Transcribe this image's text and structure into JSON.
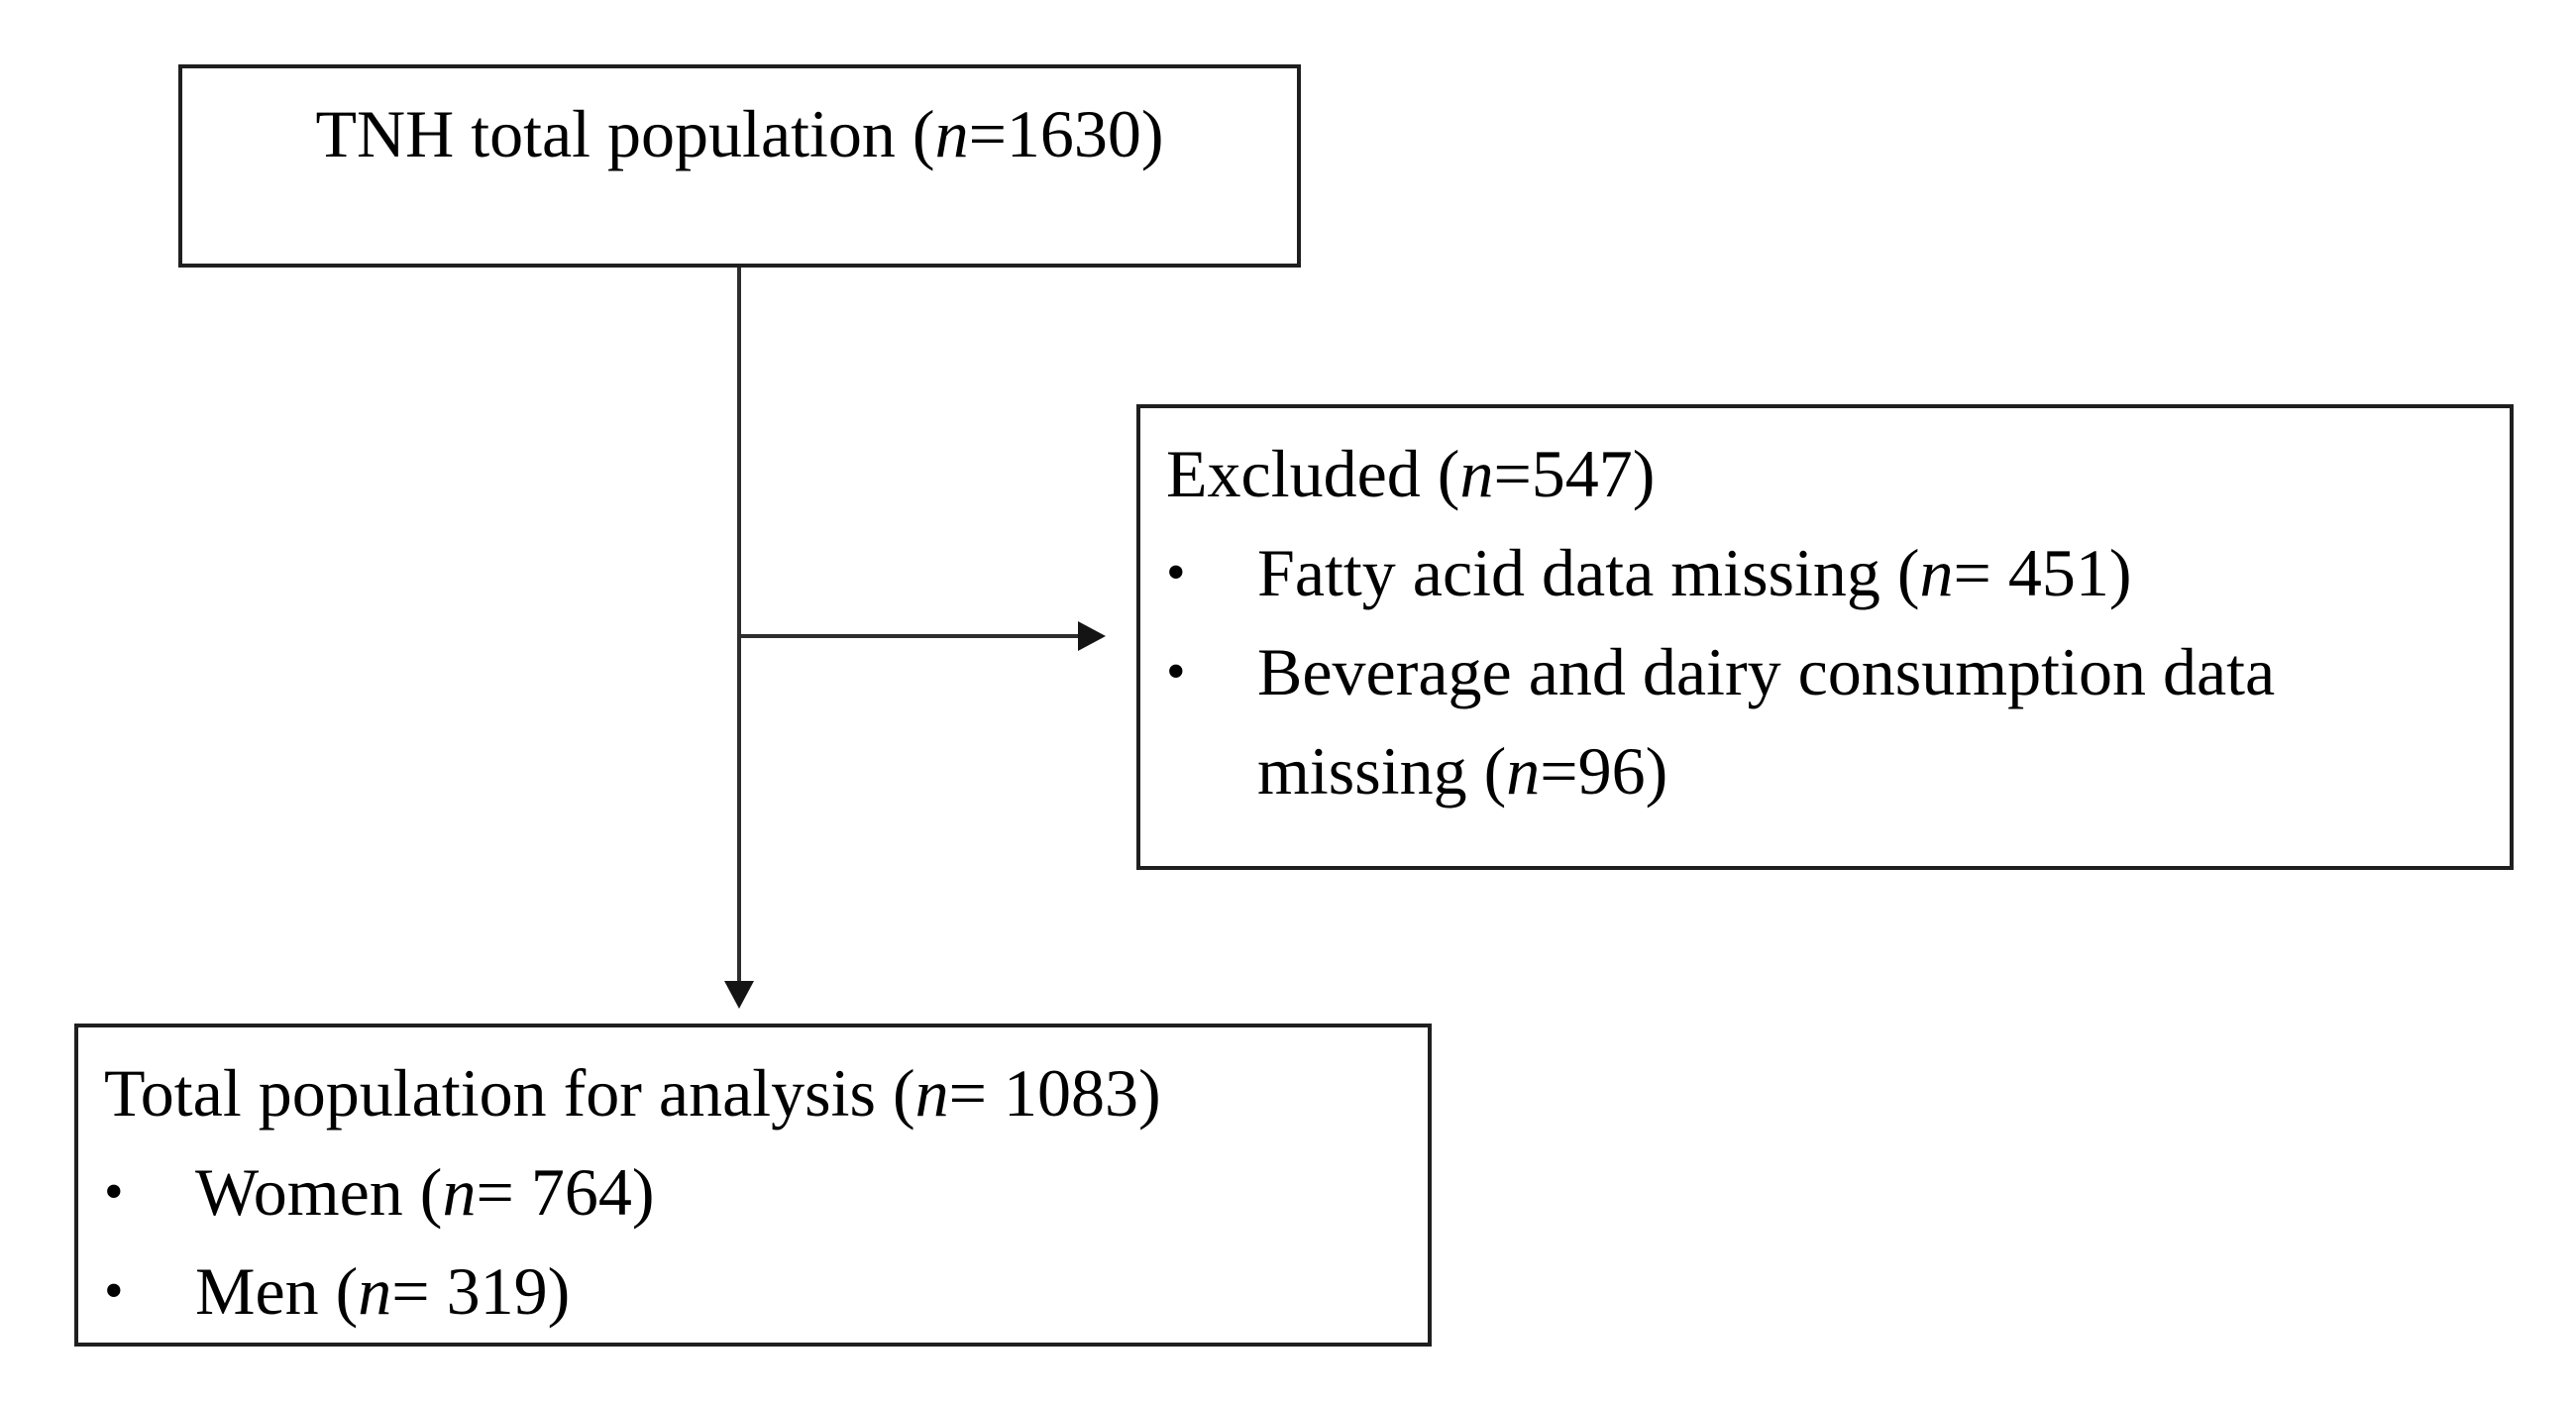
{
  "bullet_char": "•",
  "colors": {
    "background": "#ffffff",
    "box_border": "#1f1f1f",
    "connector_line": "#2e2e2e",
    "text": "#000000"
  },
  "top_box": {
    "pre": "TNH total population (",
    "n": "n",
    "post": "=1630)"
  },
  "excluded_box": {
    "title": {
      "pre": "Excluded (",
      "n": "n",
      "post": "=547)"
    },
    "bullets": [
      {
        "pre": "Fatty acid data missing (",
        "n": "n",
        "post": "= 451)"
      },
      {
        "line1": "Beverage and dairy consumption data",
        "line2": {
          "pre": "missing (",
          "n": "n",
          "post": "=96)"
        }
      }
    ]
  },
  "bottom_box": {
    "title": {
      "pre": "Total population for analysis (",
      "n": "n",
      "post": "= 1083)"
    },
    "bullets": [
      {
        "pre": "Women (",
        "n": "n",
        "post": "= 764)"
      },
      {
        "pre": "Men (",
        "n": "n",
        "post": "= 319)"
      }
    ]
  }
}
